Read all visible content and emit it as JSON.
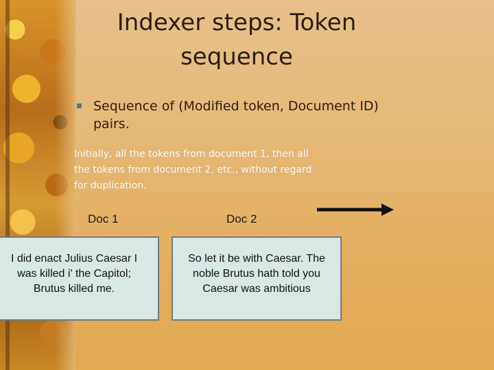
{
  "slide": {
    "title": "Indexer steps: Token sequence",
    "bullet": "Sequence of (Modified token, Document ID) pairs.",
    "subtext": "Initially, all the tokens from document 1, then all the tokens from document 2, etc., without regard for duplication."
  },
  "documents": [
    {
      "label": "Doc 1",
      "text": "I did enact Julius Caesar I was killed i' the Capitol; Brutus killed me."
    },
    {
      "label": "Doc 2",
      "text": "So let it be with Caesar. The noble Brutus hath told you Caesar was ambitious"
    }
  ],
  "colors": {
    "accent_bullet": "#4f7a8a",
    "doc_box_fill": "#d9e7e5",
    "doc_box_border": "#6c7f80",
    "arrow": "#111111"
  },
  "icons": {
    "bullet": "square-bullet-icon",
    "arrow": "right-arrow-icon"
  }
}
